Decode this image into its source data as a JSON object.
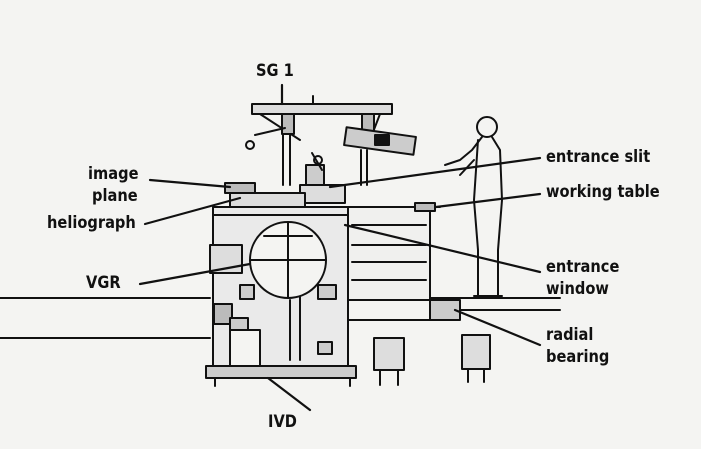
{
  "labels": {
    "sg1": "SG 1",
    "image_plane_1": "image",
    "image_plane_2": "plane",
    "heliograph": "heliograph",
    "vgr": "VGR",
    "ivd": "IVD",
    "entrance_slit": "entrance slit",
    "working_table": "working table",
    "entrance_window_1": "entrance",
    "entrance_window_2": "window",
    "radial_bearing_1": "radial",
    "radial_bearing_2": "bearing"
  }
}
